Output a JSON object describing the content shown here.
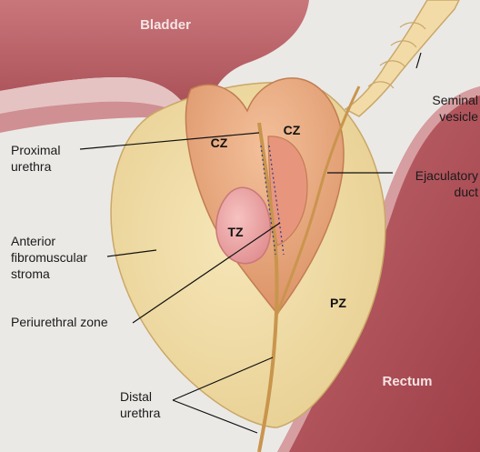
{
  "organs": {
    "bladder": "Bladder",
    "rectum": "Rectum",
    "seminal_vesicle_line1": "Seminal",
    "seminal_vesicle_line2": "vesicle"
  },
  "zones": {
    "cz_left": "CZ",
    "cz_right": "CZ",
    "tz": "TZ",
    "pz": "PZ"
  },
  "labels": {
    "proximal_urethra_line1": "Proximal",
    "proximal_urethra_line2": "urethra",
    "anterior_line1": "Anterior",
    "anterior_line2": "fibromuscular",
    "anterior_line3": "stroma",
    "periurethral": "Periurethral zone",
    "ejaculatory_line1": "Ejaculatory",
    "ejaculatory_line2": "duct",
    "distal_line1": "Distal",
    "distal_line2": "urethra"
  },
  "colors": {
    "background": "#ebe9e6",
    "bladder": "#b85a60",
    "rectum": "#b24f57",
    "stroma": "#eed9a2",
    "central_zone": "#e7a67a",
    "transition_zone": "#eea3a3",
    "periurethral": "#df8a70",
    "seminal_vesicle": "#f3dba8"
  }
}
